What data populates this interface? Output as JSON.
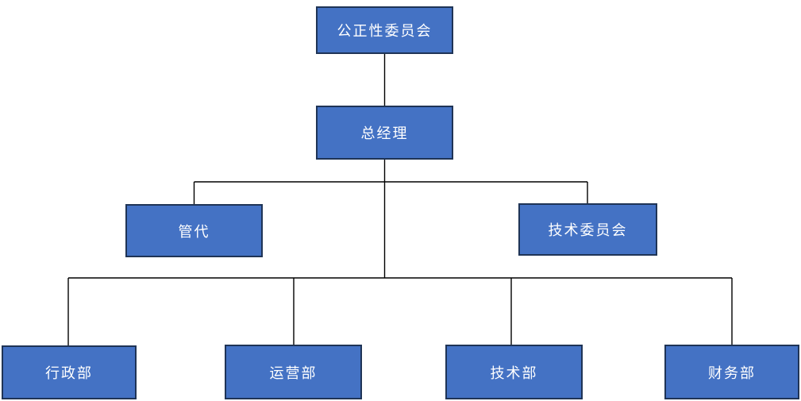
{
  "diagram": {
    "type": "org-chart",
    "nodes": [
      {
        "id": "impartiality-committee",
        "label": "公正性委员会",
        "level": 1
      },
      {
        "id": "general-manager",
        "label": "总经理",
        "level": 2
      },
      {
        "id": "management-representative",
        "label": "管代",
        "level": 3
      },
      {
        "id": "technical-committee",
        "label": "技术委员会",
        "level": 3
      },
      {
        "id": "administrative-department",
        "label": "行政部",
        "level": 4
      },
      {
        "id": "operations-department",
        "label": "运营部",
        "level": 4
      },
      {
        "id": "technical-department",
        "label": "技术部",
        "level": 4
      },
      {
        "id": "finance-department",
        "label": "财务部",
        "level": 4
      }
    ],
    "edges": [
      {
        "from": "impartiality-committee",
        "to": "general-manager"
      },
      {
        "from": "general-manager",
        "to": "management-representative"
      },
      {
        "from": "general-manager",
        "to": "technical-committee"
      },
      {
        "from": "general-manager",
        "to": "administrative-department"
      },
      {
        "from": "general-manager",
        "to": "operations-department"
      },
      {
        "from": "general-manager",
        "to": "technical-department"
      },
      {
        "from": "general-manager",
        "to": "finance-department"
      }
    ],
    "colors": {
      "node_fill": "#4472C4",
      "node_border": "#1F3456",
      "node_text": "#FFFFFF",
      "connector": "#000000",
      "background": "#FFFFFF"
    }
  }
}
